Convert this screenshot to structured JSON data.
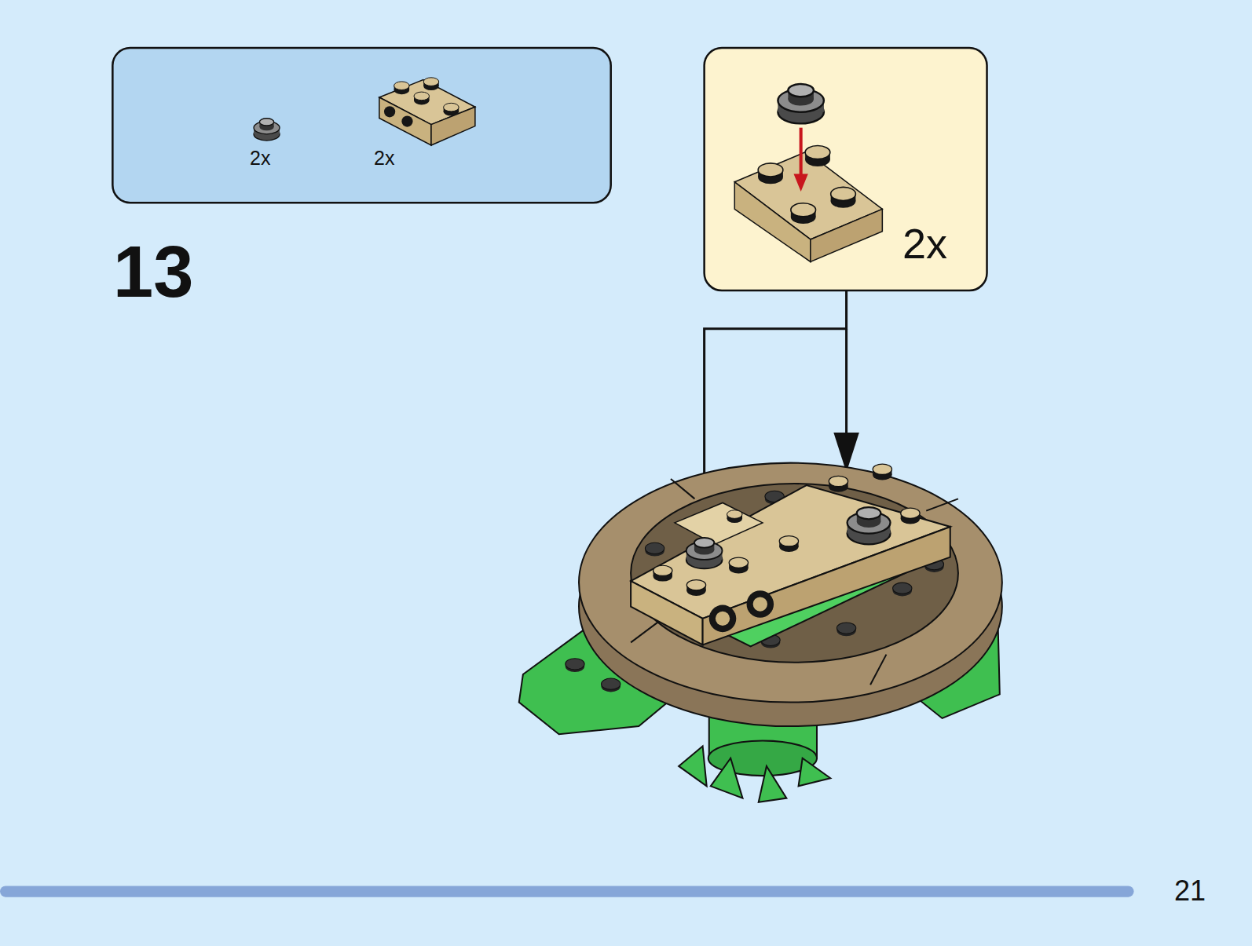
{
  "diagram": {
    "nodes": [
      {
        "text": [
          "2x",
          "2x"
        ]
      },
      {
        "text": [
          "2x"
        ]
      }
    ],
    "edges": [],
    "labels": [
      "13",
      "21"
    ]
  }
}
